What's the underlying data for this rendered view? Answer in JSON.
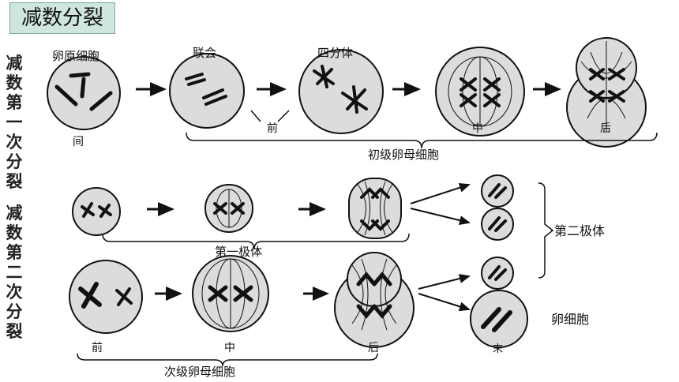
{
  "title": "减数分裂",
  "first_division": {
    "side_label": "减数第一次分裂",
    "labels": {
      "oocyte": "卵原细胞",
      "interphase": "间",
      "synapsis": "联会",
      "tetrad": "四分体",
      "prophase": "前",
      "metaphase": "中",
      "anaphase": "后",
      "primary_oocyte": "初级卵母细胞"
    }
  },
  "second_division": {
    "side_label": "减数第二次分裂",
    "labels": {
      "first_polar_body": "第一极体",
      "second_polar_body": "第二极体",
      "egg_cell": "卵细胞",
      "telophase": "末",
      "prophase": "前",
      "metaphase": "中",
      "anaphase": "后",
      "secondary_oocyte": "次级卵母细胞"
    }
  },
  "colors": {
    "title_bg": "#cfe6e0",
    "stroke": "#111111",
    "cell_fill": "#dcdcdc",
    "chromosome": "#111111"
  }
}
